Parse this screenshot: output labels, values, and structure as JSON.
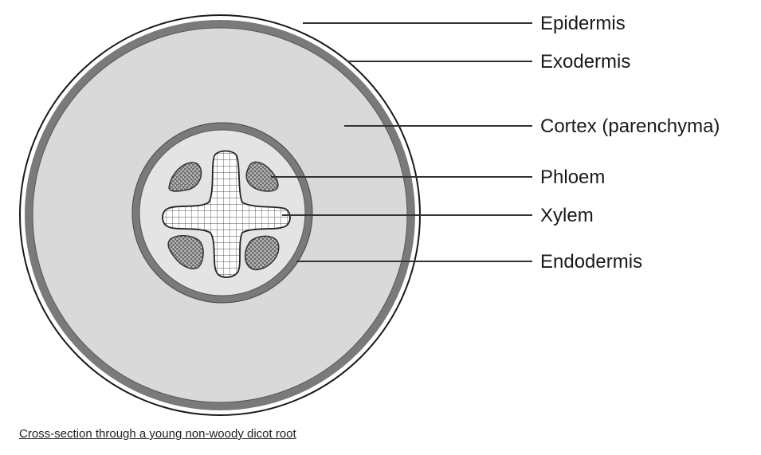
{
  "labels": {
    "epidermis": "Epidermis",
    "exodermis": "Exodermis",
    "cortex": "Cortex (parenchyma)",
    "phloem": "Phloem",
    "xylem": "Xylem",
    "endodermis": "Endodermis"
  },
  "caption": "Cross-section through a young non-woody dicot root",
  "colors": {
    "outer_ring": "#7a7a7a",
    "cortex_fill": "#d9d9d9",
    "endodermis_ring": "#7a7a7a",
    "stele_fill": "#dedede",
    "phloem_fill": "#8c8c8c",
    "xylem_grid": "#555555",
    "leader_line": "#333333"
  }
}
